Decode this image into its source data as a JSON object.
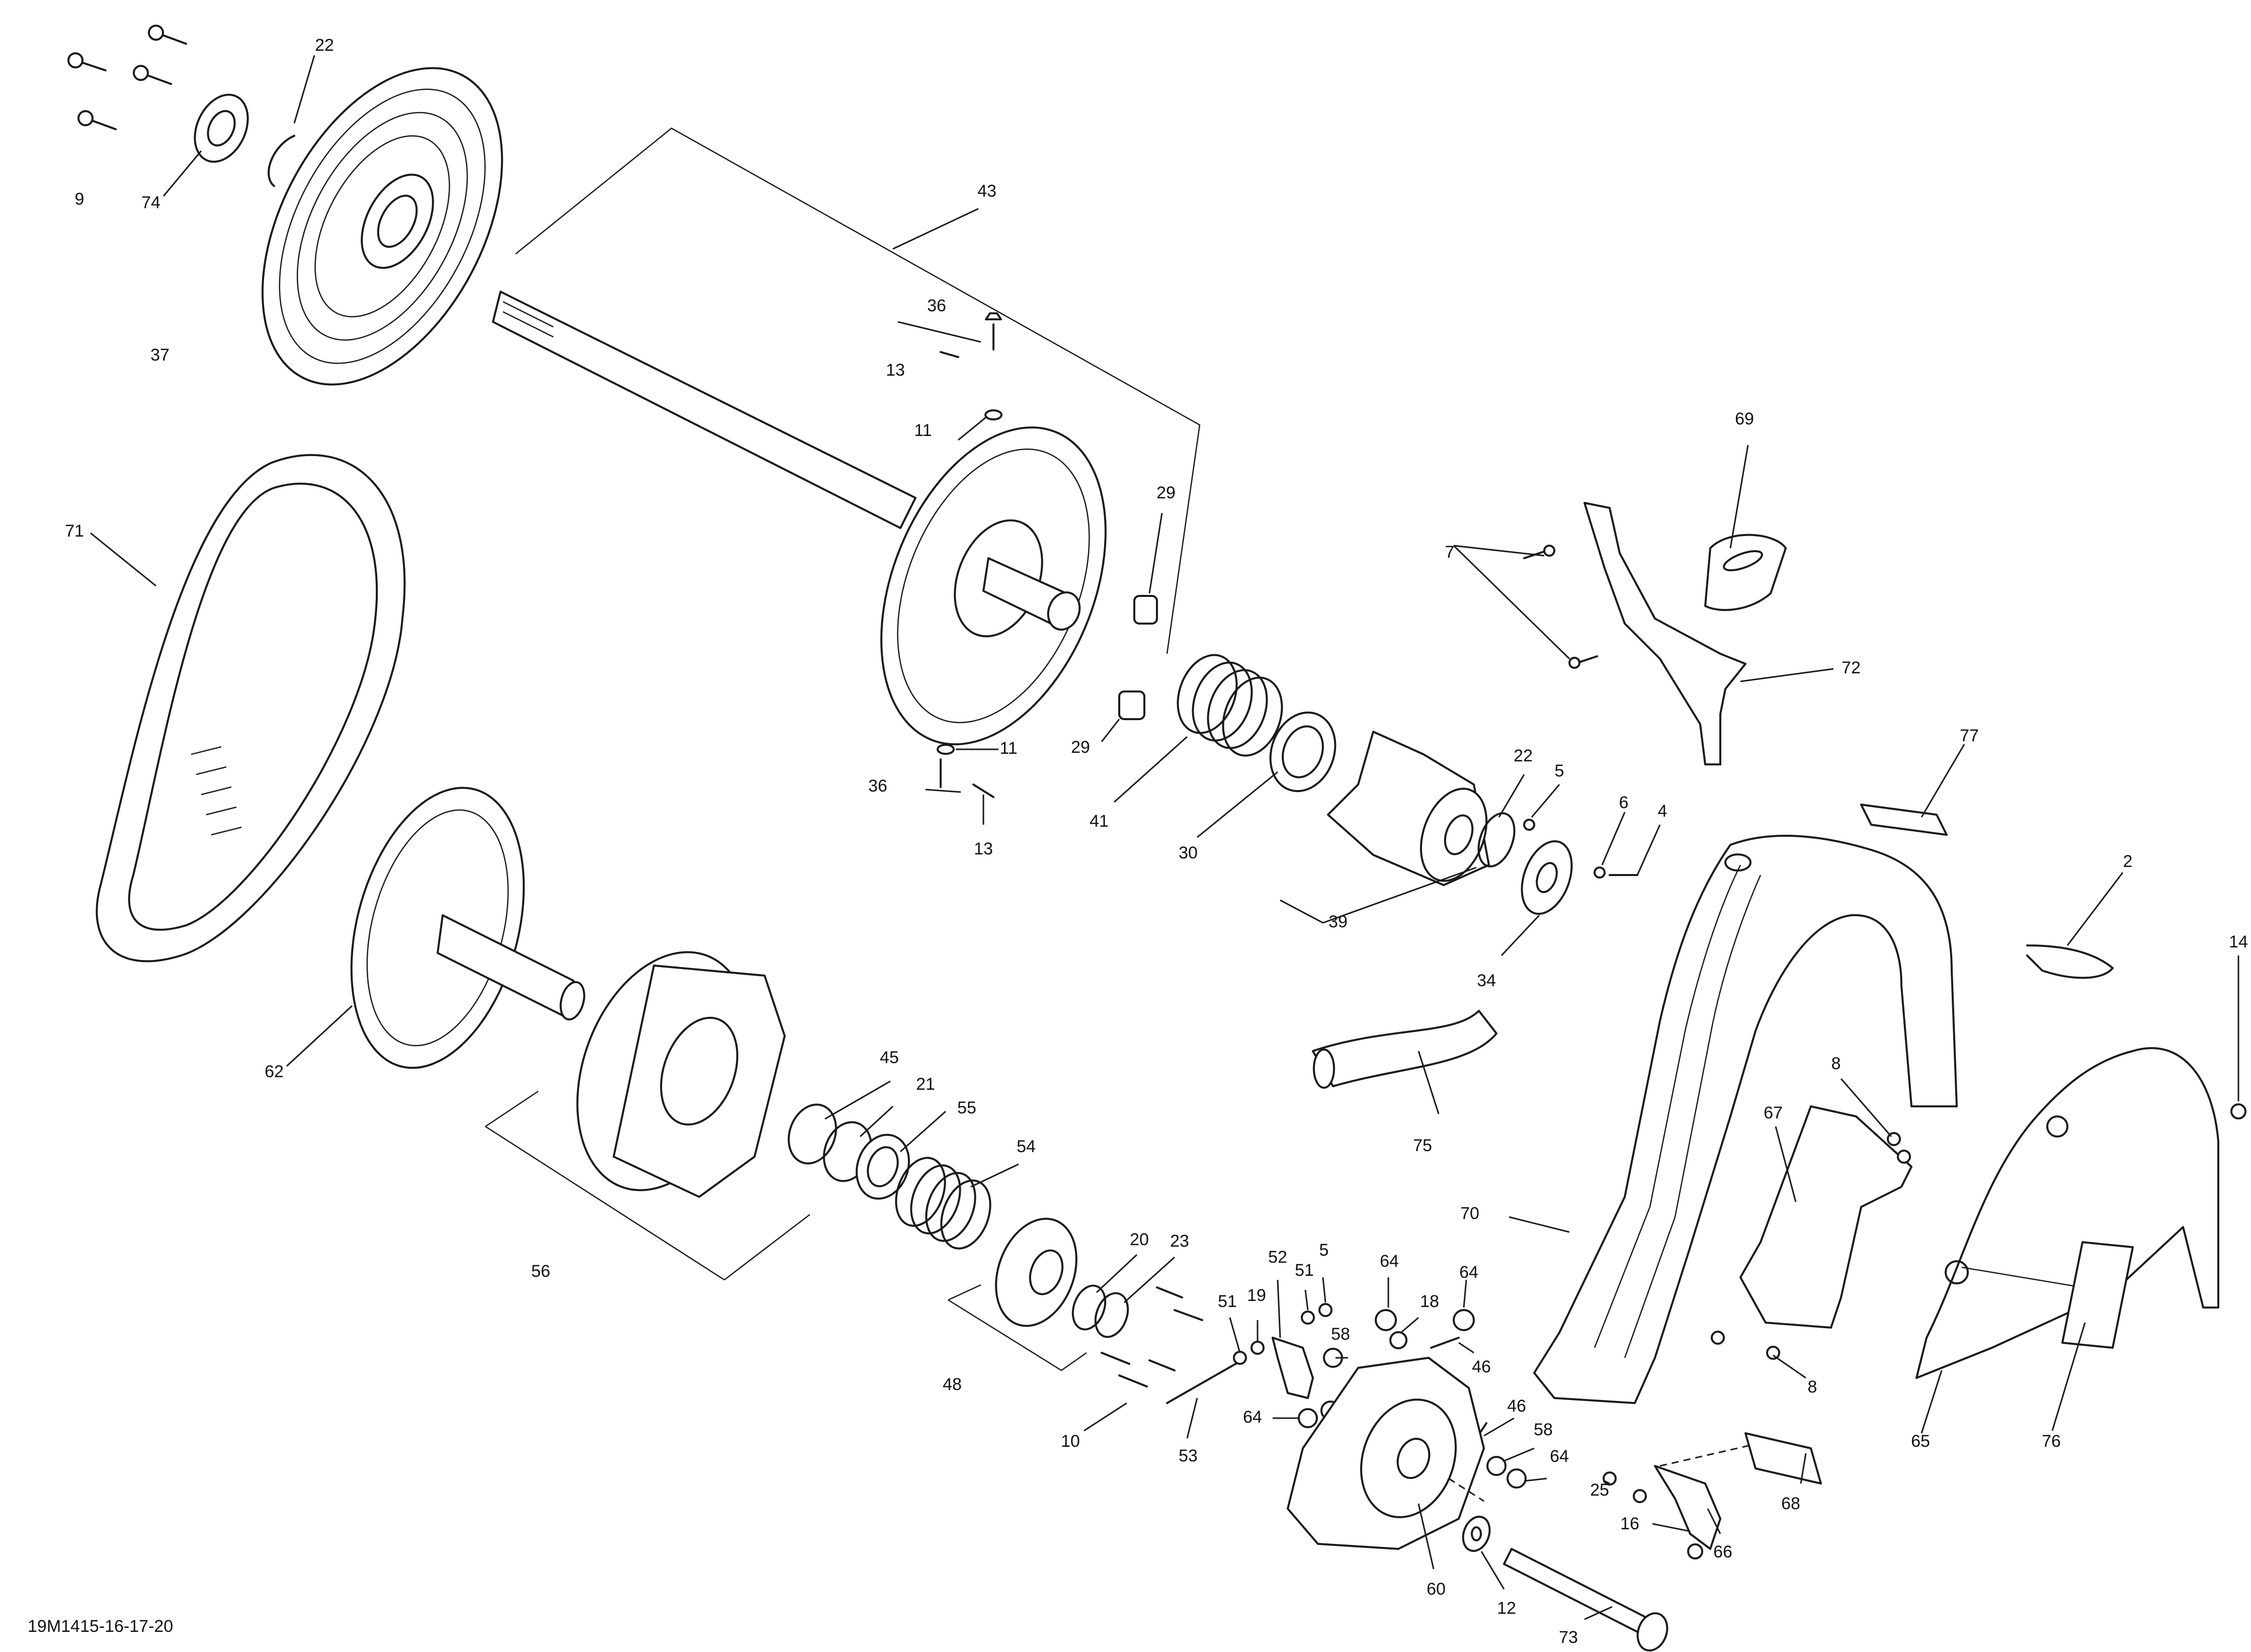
{
  "diagram_ref": "19M1415-16-17-20",
  "callouts": {
    "c9": "9",
    "c74": "74",
    "c22a": "22",
    "c37": "37",
    "c43": "43",
    "c36a": "36",
    "c13a": "13",
    "c11a": "11",
    "c29a": "29",
    "c29b": "29",
    "c11b": "11",
    "c36b": "36",
    "c13b": "13",
    "c41": "41",
    "c30": "30",
    "c22b": "22",
    "c5a": "5",
    "c6": "6",
    "c4": "4",
    "c39": "39",
    "c34": "34",
    "c71": "71",
    "c62": "62",
    "c56": "56",
    "c45": "45",
    "c21": "21",
    "c55": "55",
    "c54": "54",
    "c48": "48",
    "c20": "20",
    "c23": "23",
    "c10": "10",
    "c53": "53",
    "c51a": "51",
    "c19": "19",
    "c52": "52",
    "c51b": "51",
    "c5b": "5",
    "c64a": "64",
    "c18": "18",
    "c64b": "64",
    "c46a": "46",
    "c58a": "58",
    "c64c": "64",
    "c46b": "46",
    "c58b": "58",
    "c64d": "64",
    "c60": "60",
    "c12": "12",
    "c73": "73",
    "c25": "25",
    "c16": "16",
    "c66": "66",
    "c68": "68",
    "c7": "7",
    "c69": "69",
    "c72": "72",
    "c77": "77",
    "c75": "75",
    "c70": "70",
    "c8a": "8",
    "c67": "67",
    "c8b": "8",
    "c2": "2",
    "c14": "14",
    "c65": "65",
    "c76": "76"
  }
}
